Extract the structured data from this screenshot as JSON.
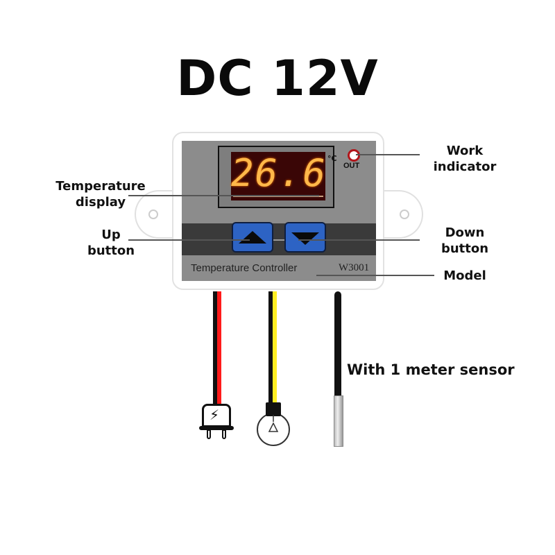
{
  "title": "DC 12V",
  "device": {
    "display_value": "26.6",
    "unit": "°C",
    "indicator_label": "OUT",
    "brand_text": "Temperature Controller",
    "model_text": "W3001",
    "up_button": "up-arrow",
    "down_button": "down-arrow"
  },
  "callouts": {
    "work_indicator": [
      "Work",
      "indicator"
    ],
    "temperature_display": [
      "Temperature",
      "display"
    ],
    "up_button": [
      "Up",
      "button"
    ],
    "down_button": [
      "Down",
      "button"
    ],
    "model": "Model",
    "sensor": "With 1 meter sensor"
  },
  "wires": [
    {
      "name": "power",
      "colors": [
        "#111111",
        "#ff1a1a"
      ],
      "icon": "power-plug-icon"
    },
    {
      "name": "load",
      "colors": [
        "#111111",
        "#ffee22"
      ],
      "icon": "light-bulb-icon"
    },
    {
      "name": "sensor",
      "colors": [
        "#111111"
      ],
      "icon": "temperature-probe-icon"
    }
  ],
  "colors": {
    "lcd_bg": "#3a0606",
    "digits": "#ffb84a",
    "button": "#2d63c4",
    "led": "#b2151a",
    "panel": "#8c8c8c"
  }
}
